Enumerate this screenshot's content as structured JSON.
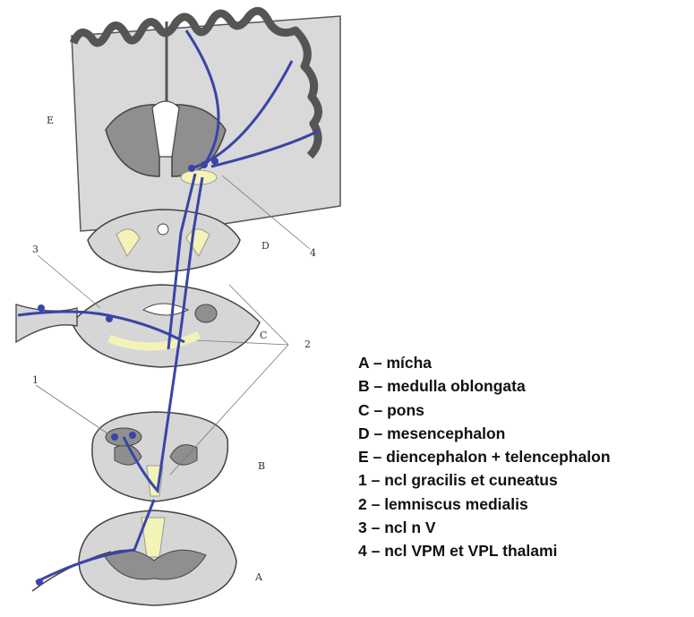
{
  "figure": {
    "region_labels": {
      "E": "E",
      "D": "D",
      "C": "C",
      "B": "B",
      "A": "A"
    },
    "number_labels": {
      "n1": "1",
      "n2": "2",
      "n3": "3",
      "n4": "4"
    },
    "colors": {
      "tract": "#3a44a8",
      "tissue": "#d6d6d6",
      "grey_matter": "#8c8c8c",
      "lemniscus": "#f3f3b8",
      "cortex": "#7a7a7a"
    }
  },
  "legend": [
    "A – mícha",
    "B – medulla oblongata",
    "C – pons",
    "D – mesencephalon",
    "E – diencephalon + telencephalon",
    "1 – ncl gracilis et cuneatus",
    "2 – lemniscus medialis",
    "3 – ncl n V",
    "4 – ncl VPM et VPL thalami"
  ]
}
